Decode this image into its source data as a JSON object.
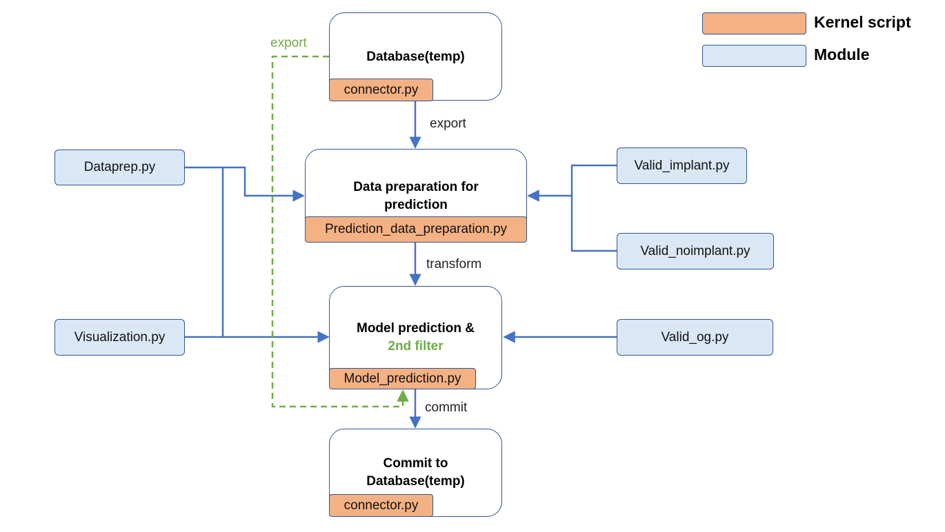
{
  "legend": [
    {
      "label": "Kernel script",
      "color": "#f4b183"
    },
    {
      "label": "Module",
      "color": "#dae8f5"
    }
  ],
  "colors": {
    "connector": "#4472c4",
    "feedback": "#70ad47",
    "border": "#2f5597"
  },
  "nodes": {
    "database_export": {
      "title": "Database(temp)",
      "script": "connector.py"
    },
    "data_preparation": {
      "title_lines": [
        "Data preparation for",
        "prediction"
      ],
      "script": "Prediction_data_preparation.py"
    },
    "model_prediction": {
      "title_lines": [
        "Model prediction &",
        "2nd filter"
      ],
      "script": "Model_prediction.py"
    },
    "commit_database": {
      "title_lines": [
        "Commit to",
        "Database(temp)"
      ],
      "script": "connector.py"
    }
  },
  "modules": {
    "dataprep": "Dataprep.py",
    "visualization": "Visualization.py",
    "valid_implant": "Valid_implant.py",
    "valid_noimplant": "Valid_noimplant.py",
    "valid_og": "Valid_og.py"
  },
  "edge_labels": {
    "export_main": "export",
    "export_feedback": "export",
    "transform": "transform",
    "commit": "commit"
  }
}
